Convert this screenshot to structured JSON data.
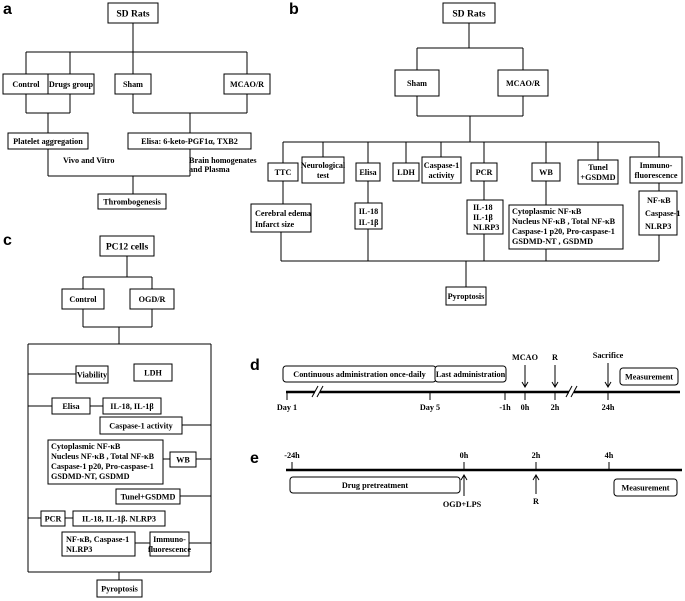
{
  "panels": {
    "a": {
      "label": "a",
      "sd_rats": "SD Rats",
      "control": "Control",
      "drugs_group": "Drugs group",
      "sham": "Sham",
      "mcao_r": "MCAO/R",
      "platelet_aggregation": "Platelet aggregation",
      "vivo_vitro": "Vivo and Vitro",
      "elisa": "Elisa: 6-keto-PGF1α, TXB2",
      "brain_homogenates_1": "Brain homogenates",
      "brain_homogenates_2": "and Plasma",
      "thrombogenesis": "Thrombogenesis"
    },
    "b": {
      "label": "b",
      "sd_rats": "SD Rats",
      "sham": "Sham",
      "mcao_r": "MCAO/R",
      "ttc": "TTC",
      "neuro_1": "Neurological",
      "neuro_2": "test",
      "elisa": "Elisa",
      "ldh": "LDH",
      "casp_act_1": "Caspase-1",
      "casp_act_2": "activity",
      "pcr": "PCR",
      "wb": "WB",
      "tunel_1": "Tunel",
      "tunel_2": "+GSDMD",
      "immuno_1": "Immuno-",
      "immuno_2": "fluorescence",
      "edema_1": "Cerebral edema",
      "edema_2": "Infarct size",
      "elisa_r1": "IL-18",
      "elisa_r2": "IL-1β",
      "pcr_r1": "IL-18",
      "pcr_r2": "IL-1β",
      "pcr_r3": "NLRP3",
      "wb_r1": "Cytoplasmic NF-κB",
      "wb_r2": "Nucleus NF-κB , Total NF-κB",
      "wb_r3": "Caspase-1 p20, Pro-caspase-1",
      "wb_r4": "GSDMD-NT , GSDMD",
      "if_r1": "NF-κB",
      "if_r2": "Caspase-1",
      "if_r3": "NLRP3",
      "pyroptosis": "Pyroptosis"
    },
    "c": {
      "label": "c",
      "pc12": "PC12 cells",
      "control": "Control",
      "ogd_r": "OGD/R",
      "viability": "Viability",
      "ldh": "LDH",
      "elisa": "Elisa",
      "elisa_r": "IL-18, IL-1β",
      "caspase_activity": "Caspase-1 activity",
      "wb_r1": "Cytoplasmic NF-κB",
      "wb_r2": "Nucleus NF-κB , Total NF-κB",
      "wb_r3": "Caspase-1 p20, Pro-caspase-1",
      "wb_r4": "GSDMD-NT, GSDMD",
      "wb": "WB",
      "tunel": "Tunel+GSDMD",
      "pcr": "PCR",
      "pcr_r": "IL-18, IL-1β.   NLRP3",
      "if_r1": "NF-κB, Caspase-1",
      "if_r2": "NLRP3",
      "immuno_1": "Immuno-",
      "immuno_2": "fluorescence",
      "pyroptosis": "Pyroptosis"
    },
    "d": {
      "label": "d",
      "continuous": "Continuous administration once-daily",
      "last_admin": "Last administration",
      "mcao": "MCAO",
      "r": "R",
      "sacrifice": "Sacrifice",
      "measurement": "Measurement",
      "day1": "Day 1",
      "day5": "Day 5",
      "m1h": "-1h",
      "h0": "0h",
      "h2": "2h",
      "h24": "24h"
    },
    "e": {
      "label": "e",
      "m24h": "-24h",
      "h0": "0h",
      "h2": "2h",
      "h4": "4h",
      "drug_pretreatment": "Drug pretreatment",
      "measurement": "Measurement",
      "ogd_lps": "OGD+LPS",
      "r": "R"
    }
  }
}
